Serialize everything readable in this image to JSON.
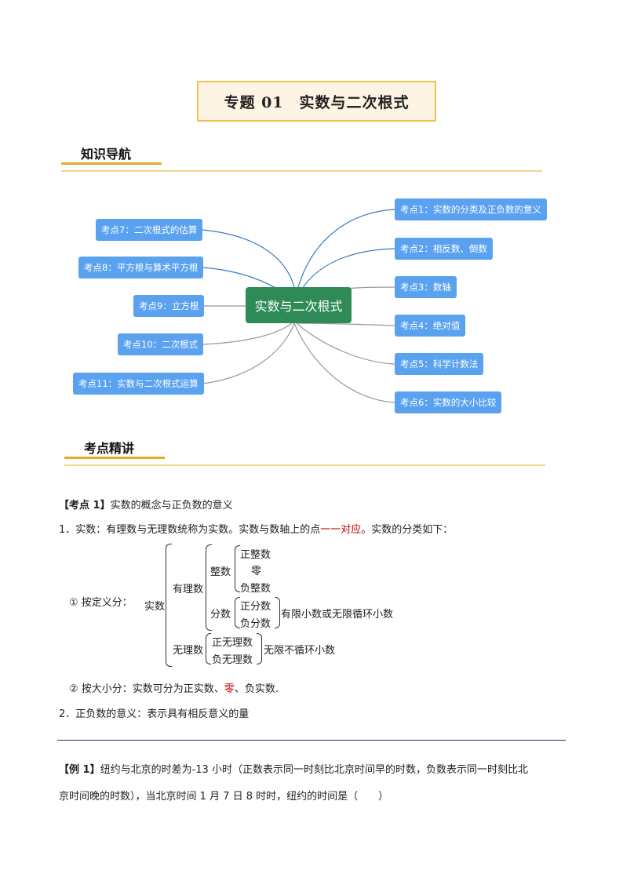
{
  "title": "专题 01　实数与二次根式",
  "sections": {
    "nav": "知识导航",
    "lecture": "考点精讲"
  },
  "mindmap": {
    "center": "实数与二次根式",
    "right": [
      "考点1：实数的分类及正负数的意义",
      "考点2：相反数、倒数",
      "考点3：数轴",
      "考点4：绝对值",
      "考点5：科学计数法",
      "考点6：实数的大小比较"
    ],
    "left": [
      "考点7：二次根式的估算",
      "考点8：平方根与算术平方根",
      "考点9：立方根",
      "考点10：二次根式",
      "考点11：实数与二次根式运算"
    ],
    "node_color": "#5aa2f0",
    "center_color": "#2e8b57"
  },
  "kaodian1": {
    "label": "【考点 1】",
    "title": "实数的概念与正负数的意义",
    "line1_a": "1．实数：有理数与无理数统称为实数。实数与数轴上的点",
    "line1_red": "一一对应",
    "line1_b": "。实数的分类如下：",
    "def_label": "① 按定义分：",
    "shishu": "实数",
    "youlishu": "有理数",
    "wulishu": "无理数",
    "zhengshu": "整数",
    "fenshu": "分数",
    "zhengzhengshu": "正整数",
    "ling": "零",
    "fuzhengshu": "负整数",
    "zhengfenshu": "正分数",
    "fufenshu": "负分数",
    "youxian": "有限小数或无限循环小数",
    "zhengwuli": "正无理数",
    "fuwuli": "负无理数",
    "wuxian": "无限不循环小数",
    "size_a": "② 按大小分：实数可分为正实数、",
    "size_red": "零",
    "size_b": "、负实数.",
    "line2": "2．正负数的意义：表示具有相反意义的量"
  },
  "example1": {
    "label": "【例 1】",
    "line1": "纽约与北京的时差为-13 小时（正数表示同一时刻比北京时间早的时数，负数表示同一时刻比北",
    "line2": "京时间晚的时数），当北京时间 1 月 7 日 8 时时，纽约的时间是（　　）"
  }
}
